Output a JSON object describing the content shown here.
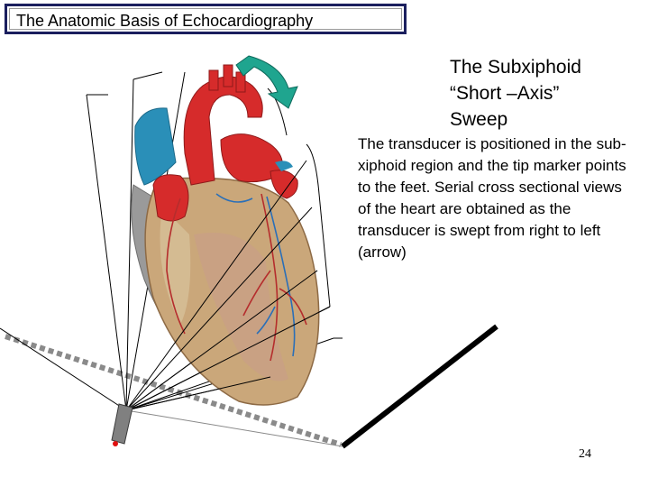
{
  "slide": {
    "title": "The Anatomic Basis of Echocardiography",
    "heading_lines": [
      "The Subxiphoid",
      "“Short –Axis”",
      "Sweep"
    ],
    "body": "The transducer is positioned in the sub-xiphoid region and the tip marker points to the feet. Serial cross sectional views of the heart are obtained as the transducer is swept from right to left (arrow)",
    "page_number": "24"
  },
  "figure": {
    "arrow_color": "#1fa58f",
    "heart_colors": {
      "aorta": "#d62b2b",
      "veins": "#2a8fb8",
      "myocardium": "#caa77a",
      "coronary": "#b52d2d"
    }
  }
}
